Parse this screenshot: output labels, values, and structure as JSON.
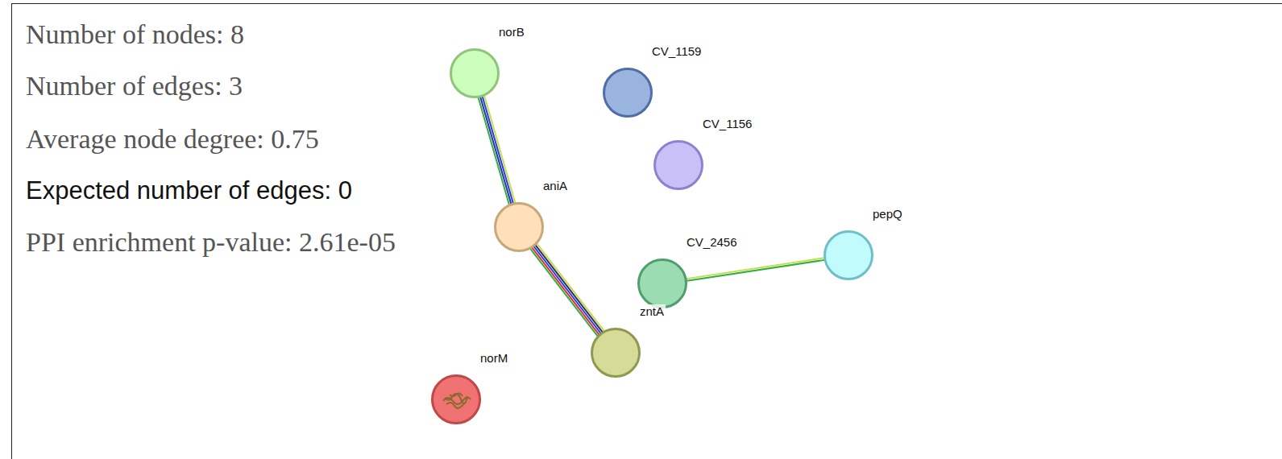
{
  "diagram": {
    "nodes": [
      {
        "text": [
          "norB"
        ]
      },
      {
        "text": [
          "CV_1159"
        ]
      },
      {
        "text": [
          "CV_1156"
        ]
      },
      {
        "text": [
          "aniA"
        ]
      },
      {
        "text": [
          "CV_2456"
        ]
      },
      {
        "text": [
          "pepQ"
        ]
      },
      {
        "text": [
          "zntA"
        ]
      },
      {
        "text": [
          "norM"
        ]
      }
    ],
    "edges": [
      {
        "from": 0,
        "to": 3,
        "arrow": "none"
      },
      {
        "from": 3,
        "to": 6,
        "arrow": "none"
      },
      {
        "from": 4,
        "to": 5,
        "arrow": "none"
      }
    ],
    "labels": [
      "Number of nodes: 8",
      "Number of edges: 3",
      "Average node degree: 0.75",
      "Expected number of edges: 0",
      "PPI enrichment p-value: 2.61e-05"
    ]
  }
}
